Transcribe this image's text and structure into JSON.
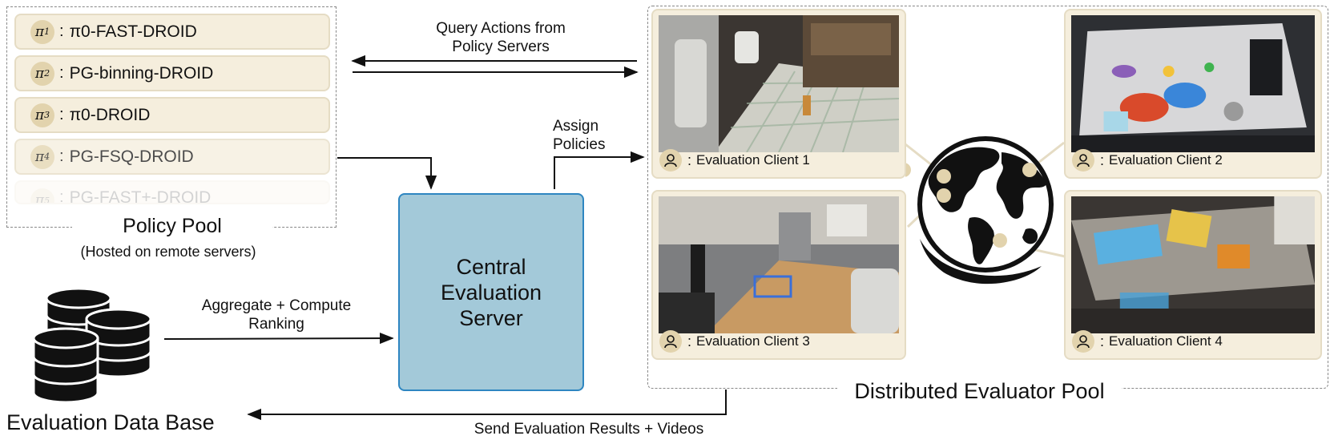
{
  "policy_pool": {
    "items": [
      {
        "index": "1",
        "name": "π0-FAST-DROID"
      },
      {
        "index": "2",
        "name": "PG-binning-DROID"
      },
      {
        "index": "3",
        "name": "π0-DROID"
      },
      {
        "index": "4",
        "name": "PG-FSQ-DROID"
      },
      {
        "index": "5",
        "name": "PG-FAST+-DROID"
      }
    ],
    "title": "Policy Pool",
    "subtitle": "(Hosted on remote servers)"
  },
  "arrows": {
    "query_actions": "Query Actions from Policy Servers",
    "assign_policies": "Assign Policies",
    "aggregate": "Aggregate + Compute Ranking",
    "send_results": "Send Evaluation Results + Videos"
  },
  "server": {
    "label": "Central Evaluation Server"
  },
  "database": {
    "title": "Evaluation Data Base",
    "icon": "database-icon"
  },
  "evaluator_pool": {
    "title": "Distributed Evaluator Pool",
    "clients": [
      {
        "label": "Evaluation Client 1",
        "icon": "user-icon"
      },
      {
        "label": "Evaluation Client 2",
        "icon": "user-icon"
      },
      {
        "label": "Evaluation Client 3",
        "icon": "user-icon"
      },
      {
        "label": "Evaluation Client 4",
        "icon": "user-icon"
      }
    ],
    "center_icon": "globe-icon"
  },
  "colors": {
    "server_fill": "#a3c9d9",
    "server_border": "#2e86c1",
    "card_fill": "#f5eedd",
    "card_border": "#e5dcc4"
  }
}
